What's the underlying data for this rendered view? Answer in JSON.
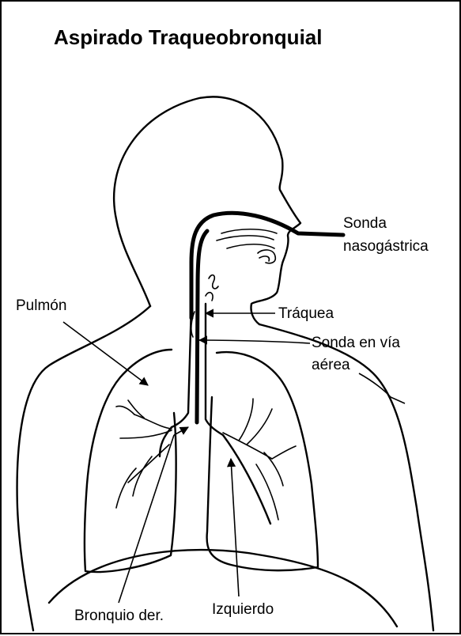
{
  "title": "Aspirado Traqueobronquial",
  "labels": {
    "sonda_nasogastrica_1": "Sonda",
    "sonda_nasogastrica_2": "nasogástrica",
    "pulmon": "Pulmón",
    "traquea": "Tráquea",
    "sonda_via_aerea_1": "Sonda en vía",
    "sonda_via_aerea_2": "aérea",
    "bronquio_der": "Bronquio der.",
    "izquierdo": "Izquierdo"
  },
  "colors": {
    "line": "#000000",
    "background": "#ffffff"
  }
}
